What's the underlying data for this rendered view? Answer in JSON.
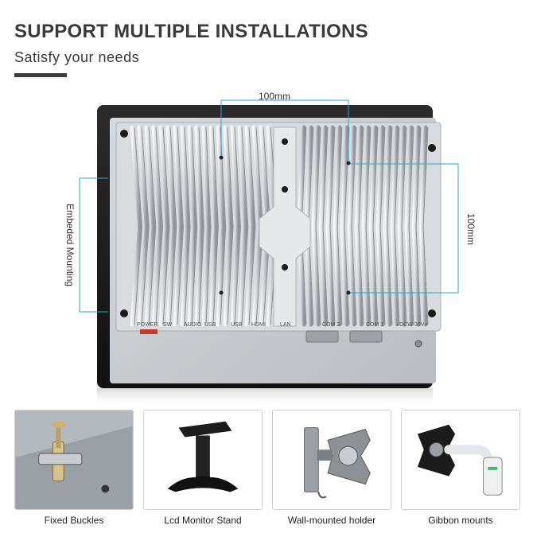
{
  "header": {
    "title": "SUPPORT MULTIPLE INSTALLATIONS",
    "subtitle": "Satisfy your needs"
  },
  "product": {
    "dimension_horizontal": "100mm",
    "dimension_vertical": "100mm",
    "side_label": "Embeded Mounting",
    "ports": {
      "power": "POWER",
      "sw": "SW",
      "audio": "AUDIO",
      "usb1": "USB",
      "usb2": "USB",
      "hdmi": "HDMI",
      "lan": "LAN",
      "com2": "COM 2",
      "com1": "COM 1",
      "dc": "~DCW-36V+"
    },
    "accent_color": "#2aa6d6"
  },
  "installations": [
    {
      "caption": "Fixed Buckles",
      "icon": "fixed-buckle-icon"
    },
    {
      "caption": "Lcd Monitor Stand",
      "icon": "monitor-stand-icon"
    },
    {
      "caption": "Wall-mounted holder",
      "icon": "wall-mount-icon"
    },
    {
      "caption": "Gibbon mounts",
      "icon": "gibbon-mount-icon"
    }
  ]
}
